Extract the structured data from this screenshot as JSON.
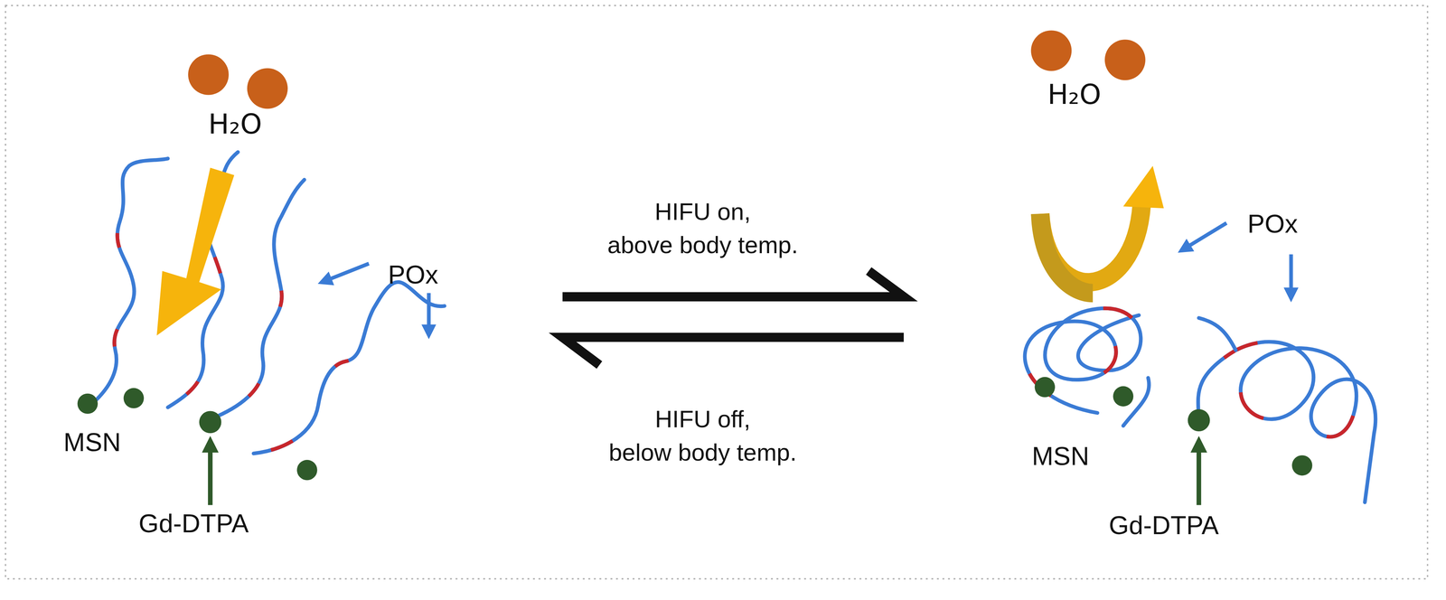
{
  "diagram": {
    "nodes": [
      {
        "text": [
          "H₂O"
        ]
      },
      {
        "text": [
          "MSN",
          "Gd-DTPA"
        ]
      },
      {
        "text": [
          "H₂O"
        ]
      },
      {
        "text": [
          "MSN",
          "Gd-DTPA"
        ]
      }
    ],
    "labels": [
      "POx",
      "HIFU on,",
      "above body temp.",
      "HIFU off,",
      "below body temp.",
      "POx"
    ]
  }
}
